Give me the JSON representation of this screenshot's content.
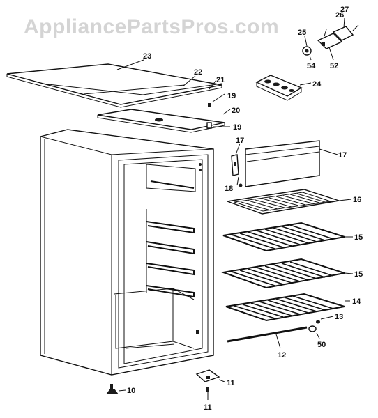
{
  "watermark": "AppliancePartsPros.com",
  "parts": {
    "p23": "23",
    "p22": "22",
    "p21": "21",
    "p19a": "19",
    "p20": "20",
    "p19b": "19",
    "p24": "24",
    "p26": "26",
    "p27": "27",
    "p25": "25",
    "p54": "54",
    "p52": "52",
    "p17a": "17",
    "p17b": "17",
    "p18": "18",
    "p16": "16",
    "p15a": "15",
    "p15b": "15",
    "p14": "14",
    "p13": "13",
    "p50": "50",
    "p12": "12",
    "p10": "10",
    "p11a": "11",
    "p11b": "11"
  },
  "colors": {
    "line": "#111111",
    "watermark": "#d4d4d4",
    "background": "#ffffff"
  }
}
